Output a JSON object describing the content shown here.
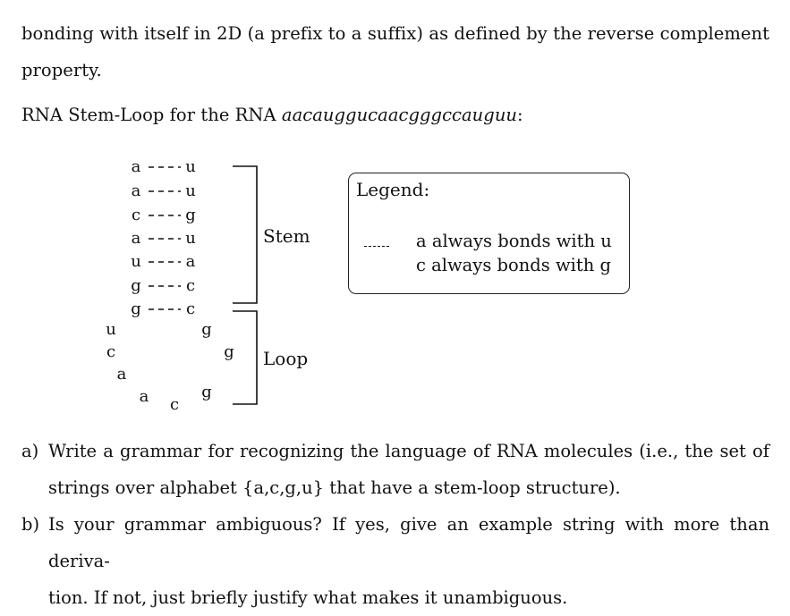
{
  "intro": {
    "line1": "bonding with itself in 2D (a prefix to a suffix) as defined by the reverse complement",
    "line2": "property."
  },
  "heading": {
    "prefix": "RNA Stem-Loop for the RNA",
    "sequence": "aacauggucaacgggccauguu",
    "suffix": ":"
  },
  "diagram": {
    "stem_pairs": [
      {
        "left": "a",
        "right": "u"
      },
      {
        "left": "a",
        "right": "u"
      },
      {
        "left": "c",
        "right": "g"
      },
      {
        "left": "a",
        "right": "u"
      },
      {
        "left": "u",
        "right": "a"
      },
      {
        "left": "g",
        "right": "c"
      },
      {
        "left": "g",
        "right": "c"
      }
    ],
    "loop_left": [
      "u",
      "c",
      "a",
      "a",
      "c"
    ],
    "loop_right": [
      "g",
      "g",
      "g"
    ],
    "stem_label": "Stem",
    "loop_label": "Loop"
  },
  "legend": {
    "title": "Legend:",
    "lines": [
      "a always bonds with u",
      "c always bonds with g"
    ]
  },
  "questions": [
    {
      "marker": "a)",
      "line1": "Write a grammar for recognizing the language of RNA molecules (i.e., the set of",
      "line2": "strings over alphabet {a,c,g,u} that have a stem-loop structure)."
    },
    {
      "marker": "b)",
      "line1": "Is your grammar ambiguous? If yes, give an example string with more than deriva-",
      "line2": "tion. If not, just briefly justify what makes it unambiguous."
    }
  ]
}
